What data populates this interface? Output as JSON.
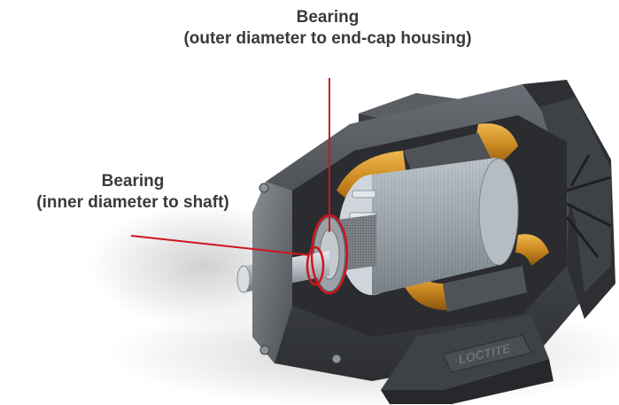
{
  "labels": {
    "outer_bearing": {
      "title": "Bearing",
      "detail": "(outer diameter to end-cap housing)"
    },
    "inner_bearing": {
      "title": "Bearing",
      "detail": "(inner diameter to shaft)"
    }
  },
  "brand_text": "LOCTITE",
  "colors": {
    "callout_line": "#d0141e",
    "label_text": "#3a3a3a",
    "housing": "#4a4d52",
    "copper_winding": "#c9871f",
    "rotor_core": "#9aa3ab"
  },
  "icons": {
    "motor": "electric-motor-cutaway-illustration"
  }
}
